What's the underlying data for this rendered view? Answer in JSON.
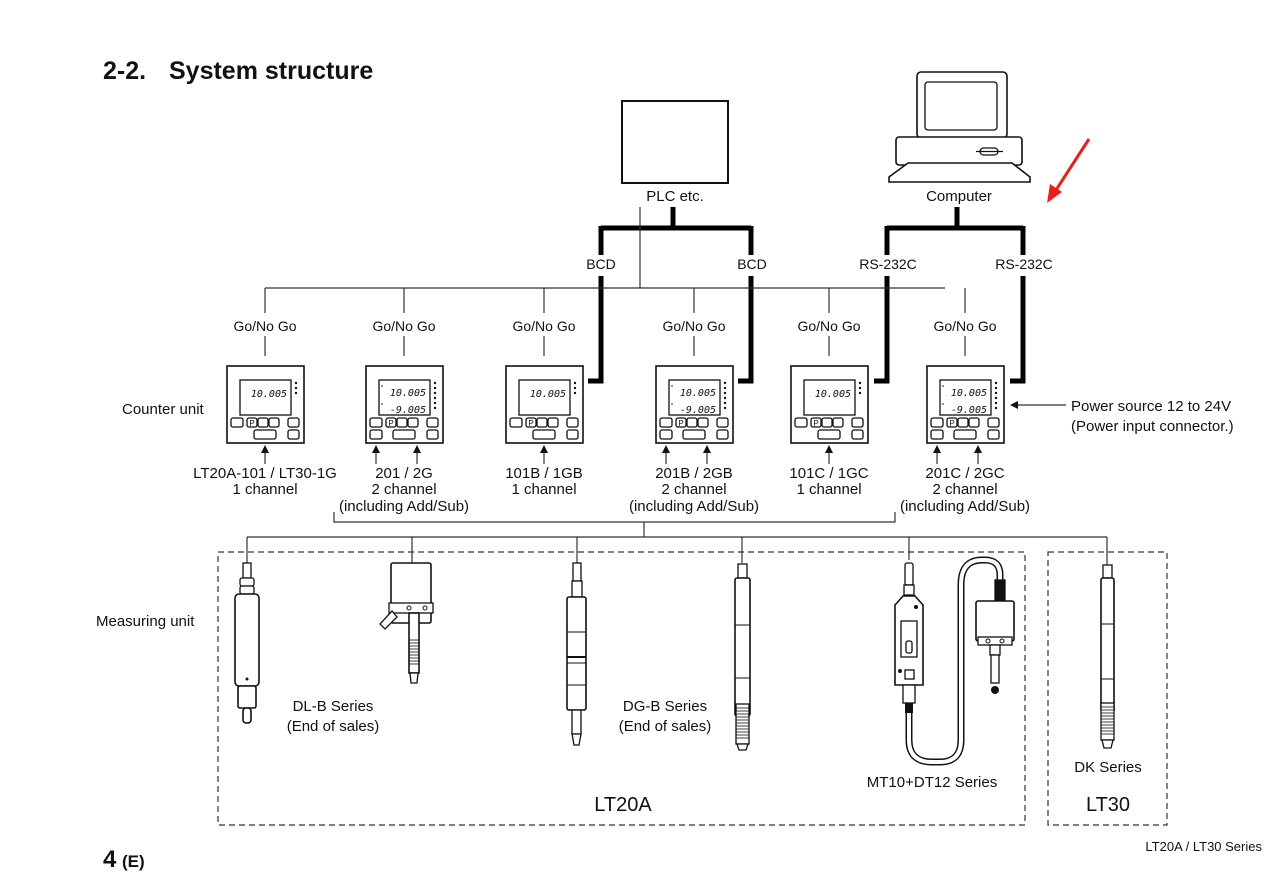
{
  "heading": {
    "section_number": "2-2.",
    "title": "System structure"
  },
  "hosts": {
    "plc": {
      "label": "PLC etc."
    },
    "computer": {
      "label": "Computer"
    }
  },
  "connections": {
    "bcd_left": "BCD",
    "bcd_right": "BCD",
    "rs232c_left": "RS-232C",
    "rs232c_right": "RS-232C"
  },
  "row_labels": {
    "counter_unit": "Counter unit",
    "measuring_unit": "Measuring unit"
  },
  "counters": [
    {
      "go_label": "Go/No Go",
      "model": "LT20A-101 / LT30-1G",
      "channel": "1 channel",
      "note": "",
      "display_top": "10.005",
      "display_bottom": "",
      "channels": 1,
      "link": "none"
    },
    {
      "go_label": "Go/No Go",
      "model": "201 / 2G",
      "channel": "2 channel",
      "note": "(including Add/Sub)",
      "display_top": "10.005",
      "display_bottom": "-9.005",
      "channels": 2,
      "link": "none"
    },
    {
      "go_label": "Go/No Go",
      "model": "101B / 1GB",
      "channel": "1 channel",
      "note": "",
      "display_top": "10.005",
      "display_bottom": "",
      "channels": 1,
      "link": "BCD"
    },
    {
      "go_label": "Go/No Go",
      "model": "201B / 2GB",
      "channel": "2 channel",
      "note": "(including Add/Sub)",
      "display_top": "10.005",
      "display_bottom": "-9.005",
      "channels": 2,
      "link": "BCD"
    },
    {
      "go_label": "Go/No Go",
      "model": "101C / 1GC",
      "channel": "1 channel",
      "note": "",
      "display_top": "10.005",
      "display_bottom": "",
      "channels": 1,
      "link": "RS-232C"
    },
    {
      "go_label": "Go/No Go",
      "model": "201C / 2GC",
      "channel": "2 channel",
      "note": "(including Add/Sub)",
      "display_top": "10.005",
      "display_bottom": "-9.005",
      "channels": 2,
      "link": "RS-232C"
    }
  ],
  "power": {
    "line1": "Power source 12 to 24V",
    "line2": "(Power input connector.)"
  },
  "measuring_units": {
    "dlb": {
      "name": "DL-B Series",
      "note": "(End of sales)"
    },
    "dgb": {
      "name": "DG-B Series",
      "note": "(End of sales)"
    },
    "mt10": {
      "name": "MT10+DT12 Series"
    },
    "dk": {
      "name": "DK Series"
    }
  },
  "groups": {
    "lt20a": "LT20A",
    "lt30": "LT30"
  },
  "footer": {
    "page_number": "4",
    "page_suffix": "(E)",
    "series": "LT20A / LT30 Series"
  },
  "annotation": {
    "arrow_color": "#e8201c"
  }
}
